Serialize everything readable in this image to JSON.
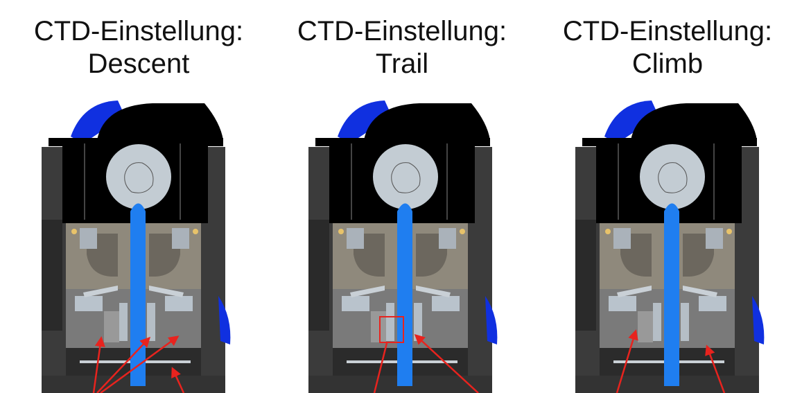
{
  "panels": [
    {
      "title_line1": "CTD-Einstellung:",
      "title_line2": "Descent"
    },
    {
      "title_line1": "CTD-Einstellung:",
      "title_line2": "Trail"
    },
    {
      "title_line1": "CTD-Einstellung:",
      "title_line2": "Climb"
    }
  ],
  "colors": {
    "valve_stem": "#1f7ef0",
    "lever": "#1030e0",
    "annotation": "#e8231e"
  }
}
